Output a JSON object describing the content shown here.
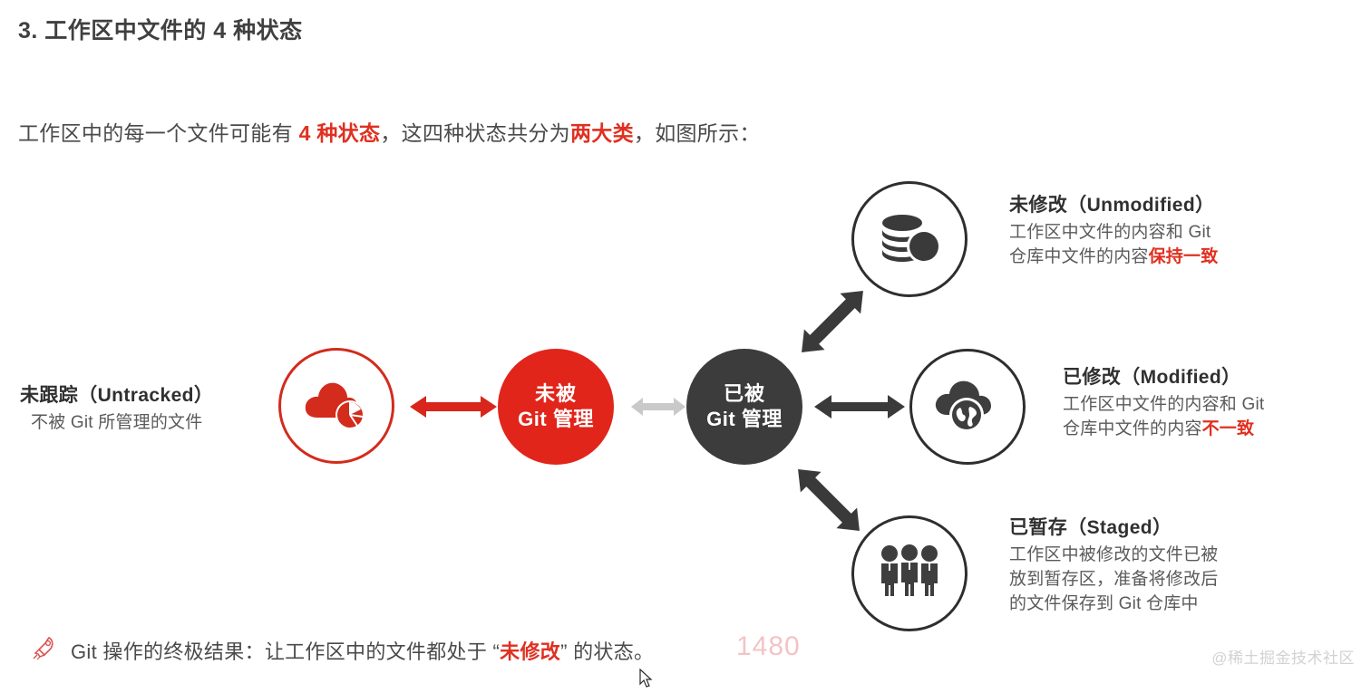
{
  "page": {
    "title": "3. 工作区中文件的 4 种状态",
    "intro": {
      "part1": "工作区中的每一个文件可能有 ",
      "highlight1": "4 种状态",
      "part2": "，这四种状态共分为",
      "highlight2": "两大类",
      "part3": "，如图所示："
    }
  },
  "diagram": {
    "untracked": {
      "title": "未跟踪（Untracked）",
      "desc": "不被 Git 所管理的文件",
      "icon": "red-cloud-pie-icon"
    },
    "center_left": {
      "line1": "未被",
      "line2": "Git 管理",
      "color": "#e1251b"
    },
    "center_right": {
      "line1": "已被",
      "line2": "Git 管理",
      "color": "#3c3c3c"
    },
    "unmodified": {
      "title": "未修改（Unmodified）",
      "desc_line1": "工作区中文件的内容和 Git",
      "desc_line2_plain": "仓库中文件的内容",
      "desc_line2_highlight": "保持一致",
      "icon": "coins-stack-icon"
    },
    "modified": {
      "title": "已修改（Modified）",
      "desc_line1": "工作区中文件的内容和 Git",
      "desc_line2_plain": "仓库中文件的内容",
      "desc_line2_highlight": "不一致",
      "icon": "cloud-globe-icon"
    },
    "staged": {
      "title": "已暂存（Staged）",
      "desc_line1": "工作区中被修改的文件已被",
      "desc_line2": "放到暂存区，准备将修改后",
      "desc_line3": "的文件保存到 Git 仓库中",
      "icon": "three-people-icon"
    },
    "arrows": {
      "untracked_to_unmanaged": "red-double-arrow",
      "unmanaged_to_managed": "gray-double-arrow",
      "managed_to_unmodified": "dark-diagonal-up-arrow",
      "managed_to_modified": "dark-double-arrow",
      "managed_to_staged": "dark-diagonal-down-arrow"
    }
  },
  "footer": {
    "rocket_icon": "rocket-icon",
    "text_part1": "Git 操作的终极结果：让工作区中的文件都处于 “",
    "text_highlight": "未修改",
    "text_part2": "” 的状态。",
    "watermark_center": "1480",
    "watermark_corner": "@稀土掘金技术社区"
  },
  "colors": {
    "red": "#e1251b",
    "dark": "#3c3c3c",
    "gray_arrow": "#c4c4c4"
  }
}
